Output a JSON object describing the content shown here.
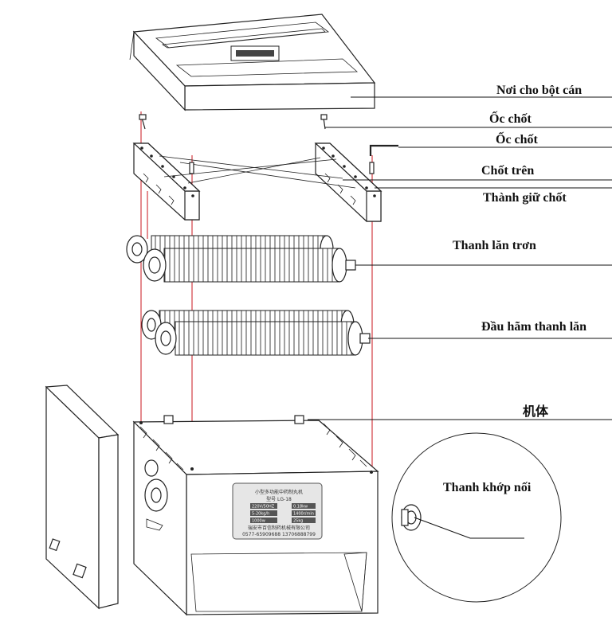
{
  "labels": {
    "hopper": "Nơi cho bột cán",
    "screw1": "Ốc chốt",
    "screw2": "Ốc chốt",
    "upper_pin": "Chốt trên",
    "pin_holder": "Thành giữ chốt",
    "smooth_roller": "Thanh lăn trơn",
    "roller_brake": "Đầu hãm thanh lăn",
    "body": "机体",
    "coupling": "Thanh khớp nối"
  },
  "nameplate": {
    "title": "小型多功能中药制丸机",
    "model": "型号 LG-18",
    "voltage": "220V/50HZ",
    "power": "0.18kw",
    "capacity": "5-20kg/h",
    "speed": "1400r/min",
    "size": "1000w",
    "weight": "25kg",
    "maker": "瑞安市百信制药机械有限公司",
    "phone": "0577-65909688  13706888799"
  },
  "colors": {
    "guide_line": "#c8141e",
    "outline": "#222222"
  }
}
